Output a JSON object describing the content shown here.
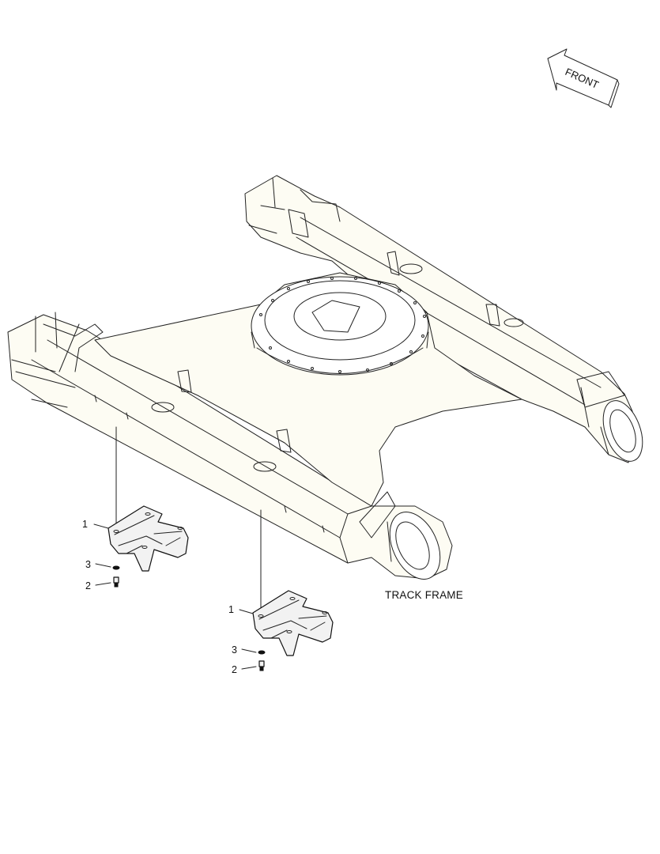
{
  "front_label": "FRONT",
  "assembly_title": "TRACK FRAME",
  "callouts": {
    "upper": {
      "part1": "1",
      "part3": "3",
      "part2": "2"
    },
    "lower": {
      "part1": "1",
      "part3": "3",
      "part2": "2"
    }
  },
  "colors": {
    "frame_fill": "#fdfcf3",
    "line": "#222222",
    "background": "#ffffff"
  }
}
